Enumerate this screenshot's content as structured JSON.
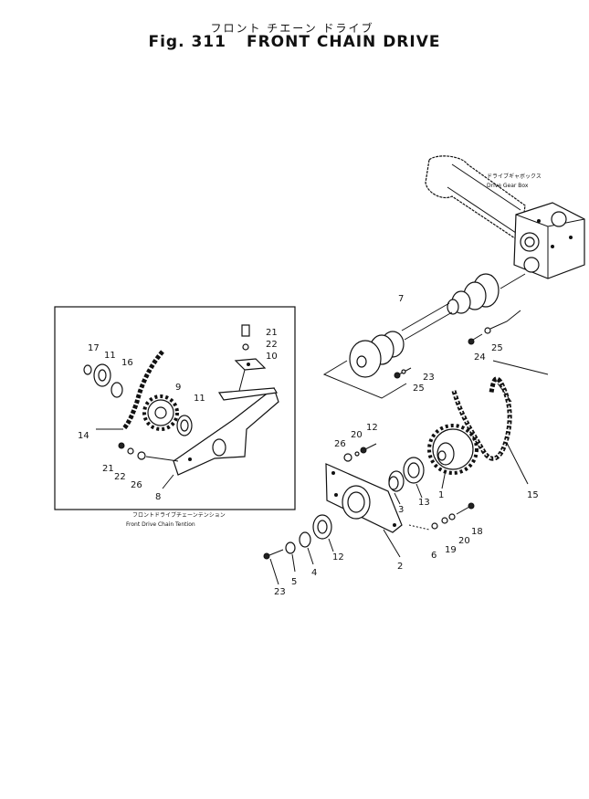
{
  "header": {
    "title_ja": "フロント チエーン ドライブ",
    "fig_number": "Fig. 311",
    "title_en": "FRONT CHAIN DRIVE"
  },
  "captions": {
    "gear_box_ja": "ドライブギャボックス",
    "gear_box_en": "Drive Gear Box",
    "inset_ja": "フロントドライブチェーンテンション",
    "inset_en": "Front Drive Chain  Tention"
  },
  "callouts": {
    "c1": "1",
    "c2": "2",
    "c3": "3",
    "c4": "4",
    "c5": "5",
    "c6": "6",
    "c7": "7",
    "c8": "8",
    "c9": "9",
    "c10": "10",
    "c11a": "11",
    "c11b": "11",
    "c12a": "12",
    "c12b": "12",
    "c13": "13",
    "c14": "14",
    "c15": "15",
    "c16": "16",
    "c17": "17",
    "c18": "18",
    "c19": "19",
    "c20a": "20",
    "c20b": "20",
    "c21a": "21",
    "c21b": "21",
    "c22a": "22",
    "c22b": "22",
    "c23a": "23",
    "c23b": "23",
    "c24": "24",
    "c25a": "25",
    "c25b": "25",
    "c26a": "26",
    "c26b": "26"
  }
}
